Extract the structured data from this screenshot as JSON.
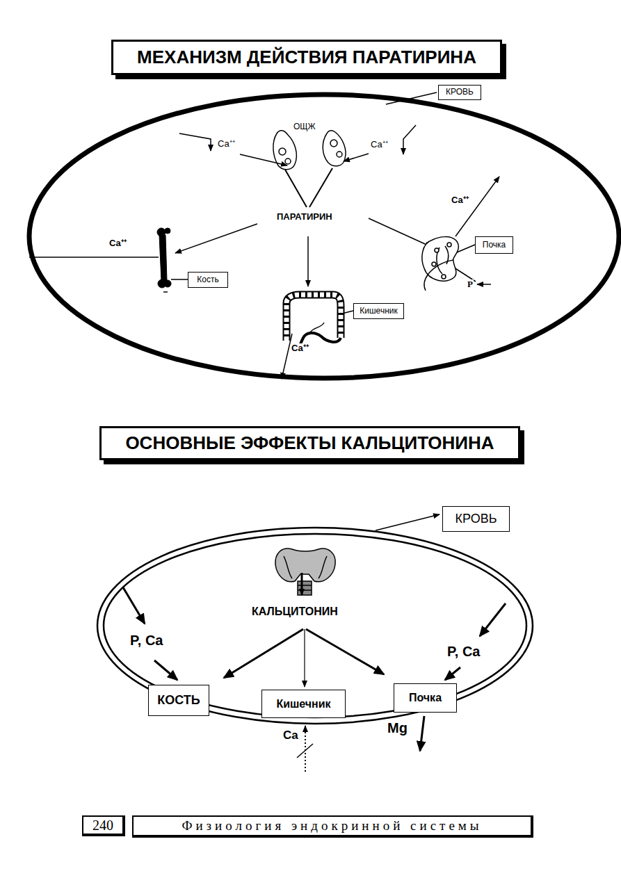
{
  "diagram": {
    "nodes": [
      {
        "text": [
          "МЕХАНИЗМ ДЕЙСТВИЯ ПАРАТИРИНА"
        ]
      },
      {
        "text": [
          "КРОВЬ"
        ]
      },
      {
        "text": [
          "Почка"
        ]
      },
      {
        "text": [
          "Кость"
        ]
      },
      {
        "text": [
          "Кишечник"
        ]
      },
      {
        "text": [
          "ОСНОВНЫЕ ЭФФЕКТЫ КАЛЬЦИТОНИНА"
        ]
      },
      {
        "text": [
          "КРОВЬ"
        ]
      },
      {
        "text": [
          "КОСТЬ"
        ]
      },
      {
        "text": [
          "Кишечник"
        ]
      },
      {
        "text": [
          "Почка"
        ]
      },
      {
        "text": [
          "240"
        ]
      },
      {
        "text": [
          "Физиология эндокринной системы"
        ]
      }
    ],
    "labels": [
      "ОЩЖ",
      "Ca⁺⁺",
      "Ca⁺⁺",
      "ПАРАТИРИН",
      "Ca⁺⁺",
      "Ca⁺⁺",
      "P",
      "Ca⁺⁺",
      "КАЛЬЦИТОНИН",
      "P, Ca",
      "P, Ca",
      "Mg",
      "Ca"
    ]
  }
}
